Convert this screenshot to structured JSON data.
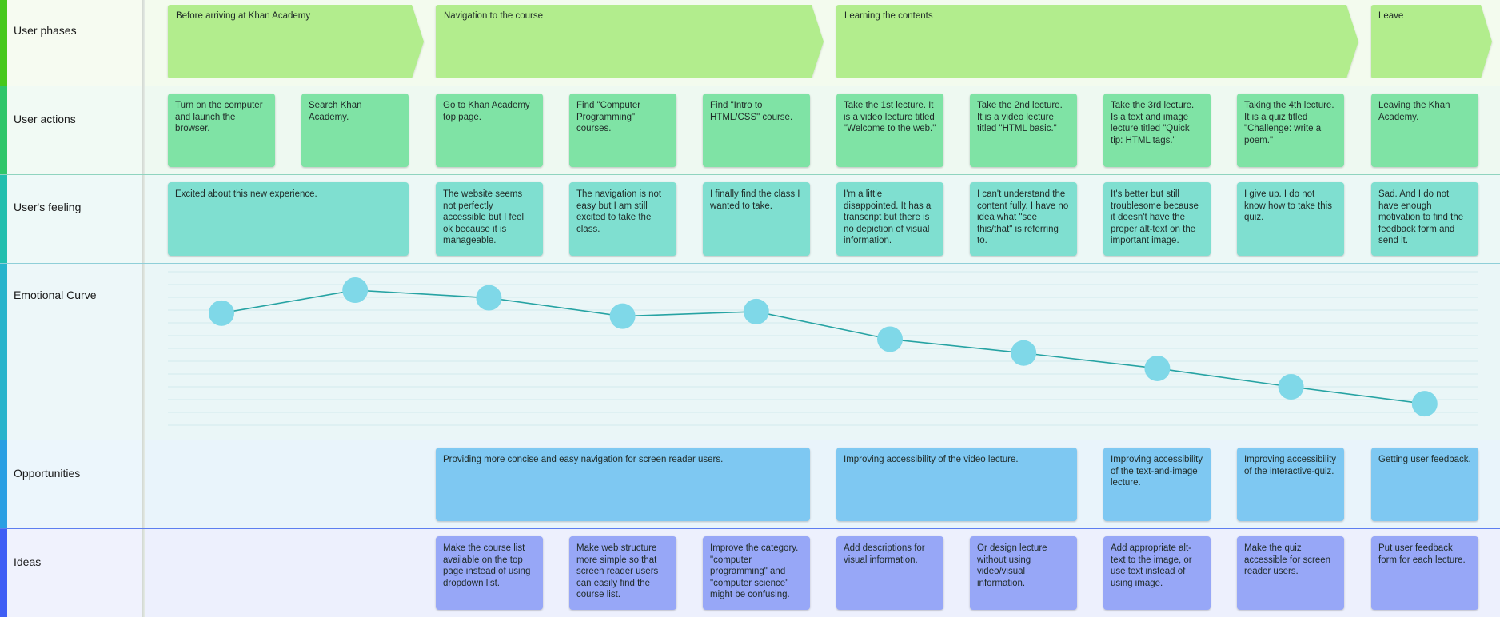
{
  "rows": {
    "phases": "User phases",
    "actions": "User actions",
    "feelings": "User's feeling",
    "curve": "Emotional Curve",
    "opportunities": "Opportunities",
    "ideas": "Ideas"
  },
  "phases": [
    "Before arriving at Khan Academy",
    "Navigation to the course",
    "Learning the contents",
    "Leave"
  ],
  "actions": [
    "Turn on the computer and launch the browser.",
    "Search Khan Academy.",
    "Go to Khan Academy top page.",
    "Find \"Computer Programming\" courses.",
    "Find \"Intro to HTML/CSS\" course.",
    "Take the 1st lecture. It is a video lecture titled \"Welcome to the web.\"",
    "Take the 2nd lecture. It is a video lecture titled \"HTML basic.\"",
    "Take the 3rd lecture. Is a text and image lecture titled \"Quick tip: HTML tags.\"",
    "Taking the 4th lecture. It is a quiz titled \"Challenge: write a poem.\"",
    "Leaving the Khan Academy."
  ],
  "feelings": [
    "Excited about this new experience.",
    "The website seems not perfectly accessible but I feel ok because it is manageable.",
    "The navigation is not easy but I am still excited to take the class.",
    "I finally find the class I wanted to take.",
    "I'm a little disappointed. It has a transcript but there is no depiction of visual information.",
    "I can't understand the content fully. I have no idea what \"see this/that\" is referring to.",
    "It's better but still troublesome because it doesn't have the proper alt-text on the important image.",
    "I give up. I do not know how to take this quiz.",
    "Sad. And I do not have enough motivation to find the feedback form and send it."
  ],
  "opportunities": [
    "Providing more concise and easy navigation for screen reader users.",
    "Improving accessibility of the video lecture.",
    "Improving accessibility of the text-and-image lecture.",
    "Improving accessibility of the interactive-quiz.",
    "Getting user feedback."
  ],
  "ideas": [
    "Make the course list available on the top page instead of using dropdown list.",
    "Make web structure more simple so that screen reader users can easily find the course list.",
    "Improve the category. \"computer programming\" and \"computer science\" might be confusing.",
    "Add descriptions for visual information.",
    "Or design lecture without using video/visual information.",
    "Add appropriate alt-text to the image, or use text instead of using image.",
    "Make the quiz accessible for screen reader users.",
    "Put user feedback form for each lecture."
  ],
  "chart_data": {
    "type": "line",
    "x": [
      1,
      2,
      3,
      4,
      5,
      6,
      7,
      8,
      9,
      10
    ],
    "values": [
      0.73,
      0.88,
      0.83,
      0.71,
      0.74,
      0.56,
      0.47,
      0.37,
      0.25,
      0.14
    ],
    "ylim": [
      0,
      1
    ],
    "grid": true,
    "colors": {
      "line": "#26a3a3",
      "point": "#7fd8e8"
    }
  }
}
